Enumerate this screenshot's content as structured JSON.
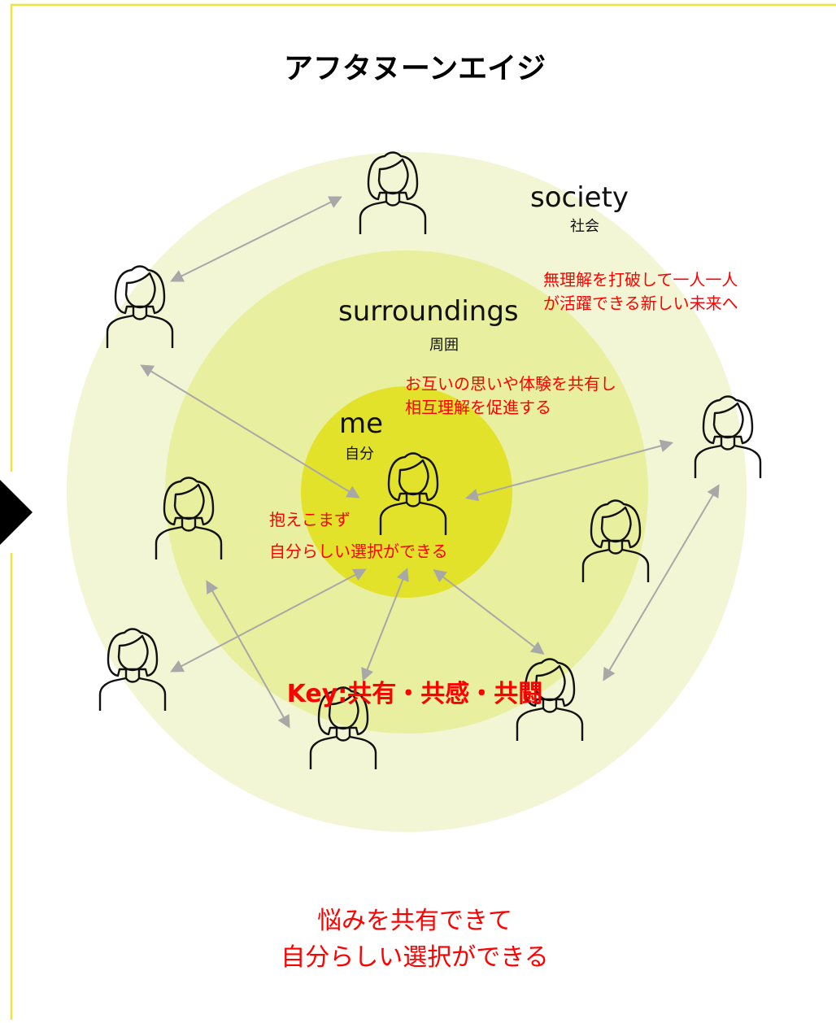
{
  "title": "アフタヌーンエイジ",
  "rings": {
    "society": {
      "label": "society",
      "sub": "社会",
      "note": [
        "無理解を打破して一人一人",
        "が活躍できる新しい未来へ"
      ]
    },
    "surroundings": {
      "label": "surroundings",
      "sub": "周囲",
      "note": [
        "お互いの思いや体験を共有し",
        "相互理解を促進する"
      ]
    },
    "me": {
      "label": "me",
      "sub": "自分",
      "note": [
        "抱えこまず",
        "自分らしい選択ができる"
      ]
    }
  },
  "key": "Key:共有・共感・共闘",
  "bottom": [
    "悩みを共有できて",
    "自分らしい選択ができる"
  ],
  "colors": {
    "outer_ring": "#f2f6d4",
    "middle_ring": "#e8ef9e",
    "inner_ring": "#e3e22b",
    "frame": "#e9e63a",
    "arrow": "#a8a8a8",
    "accent_red": "#ff0000"
  },
  "icons": [
    "person-icon",
    "arrow-left-icon",
    "double-arrow-icon"
  ]
}
